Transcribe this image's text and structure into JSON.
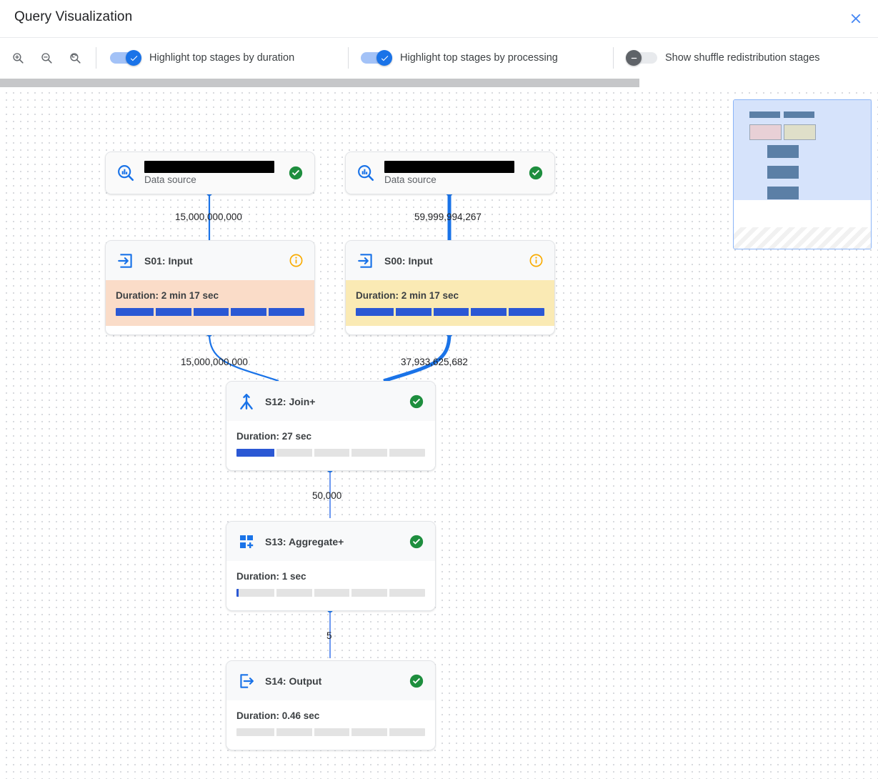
{
  "window": {
    "title": "Query Visualization",
    "close_icon": "close-icon"
  },
  "toolbar": {
    "zoom_in_icon": "zoom-in-icon",
    "zoom_out_icon": "zoom-out-icon",
    "zoom_reset_icon": "zoom-reset-icon",
    "toggles": [
      {
        "label": "Highlight top stages by duration",
        "state": "on"
      },
      {
        "label": "Highlight top stages by processing",
        "state": "on"
      },
      {
        "label": "Show shuffle redistribution stages",
        "state": "off"
      }
    ]
  },
  "graph": {
    "nodes": [
      {
        "id": "ds-left",
        "title": "",
        "title_redacted": true,
        "subtitle": "Data source",
        "icon": "data-source-search-icon",
        "status": "success",
        "status_icon": "check-circle-icon",
        "body": null
      },
      {
        "id": "ds-right",
        "title": "",
        "title_redacted": true,
        "subtitle": "Data source",
        "icon": "data-source-search-icon",
        "status": "success",
        "status_icon": "check-circle-icon",
        "body": null
      },
      {
        "id": "s01",
        "title": "S01: Input",
        "title_redacted": false,
        "subtitle": "",
        "icon": "input-arrow-icon",
        "status": "info",
        "status_icon": "info-circle-icon",
        "body": {
          "duration_label": "Duration: 2 min 17 sec",
          "progress_pct": 100,
          "highlight": "peach"
        }
      },
      {
        "id": "s00",
        "title": "S00: Input",
        "title_redacted": false,
        "subtitle": "",
        "icon": "input-arrow-icon",
        "status": "info",
        "status_icon": "info-circle-icon",
        "body": {
          "duration_label": "Duration: 2 min 17 sec",
          "progress_pct": 100,
          "highlight": "yellow"
        }
      },
      {
        "id": "s12",
        "title": "S12: Join+",
        "title_redacted": false,
        "subtitle": "",
        "icon": "join-merge-icon",
        "status": "success",
        "status_icon": "check-circle-icon",
        "body": {
          "duration_label": "Duration: 27 sec",
          "progress_pct": 21,
          "highlight": "none"
        }
      },
      {
        "id": "s13",
        "title": "S13: Aggregate+",
        "title_redacted": false,
        "subtitle": "",
        "icon": "aggregate-squares-icon",
        "status": "success",
        "status_icon": "check-circle-icon",
        "body": {
          "duration_label": "Duration: 1 sec",
          "progress_pct": 1,
          "highlight": "none"
        }
      },
      {
        "id": "s14",
        "title": "S14: Output",
        "title_redacted": false,
        "subtitle": "",
        "icon": "output-arrow-icon",
        "status": "success",
        "status_icon": "check-circle-icon",
        "body": {
          "duration_label": "Duration: 0.46 sec",
          "progress_pct": 0,
          "highlight": "none"
        }
      }
    ],
    "edges": [
      {
        "from": "ds-left",
        "to": "s01",
        "label": "15,000,000,000",
        "weight": "thin"
      },
      {
        "from": "ds-right",
        "to": "s00",
        "label": "59,999,994,267",
        "weight": "thick"
      },
      {
        "from": "s01",
        "to": "s12",
        "label": "15,000,000,000",
        "weight": "thin"
      },
      {
        "from": "s00",
        "to": "s12",
        "label": "37,933,625,682",
        "weight": "thick"
      },
      {
        "from": "s12",
        "to": "s13",
        "label": "50,000",
        "weight": "thin"
      },
      {
        "from": "s13",
        "to": "s14",
        "label": "5",
        "weight": "thin"
      }
    ]
  },
  "minimap": {
    "name": "graph-minimap"
  },
  "colors": {
    "accent_blue": "#1a73e8",
    "edge_blue": "#1a73e8",
    "success_green": "#1e8e3e",
    "info_amber": "#f9ab00",
    "highlight_peach": "#fadcc8",
    "highlight_yellow": "#faeab4",
    "progress_blue": "#2b58d4"
  }
}
